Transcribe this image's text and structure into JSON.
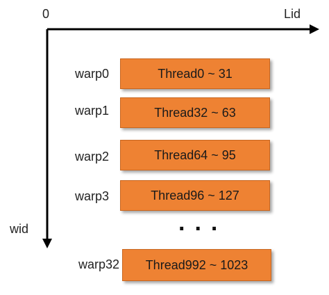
{
  "axes": {
    "origin_label": "0",
    "x_label": "Lid",
    "y_label": "wid"
  },
  "colors": {
    "box_fill": "#ee8233",
    "axis": "#000000"
  },
  "warps": [
    {
      "label": "warp0",
      "threads": "Thread0 ~ 31"
    },
    {
      "label": "warp1",
      "threads": "Thread32 ~ 63"
    },
    {
      "label": "warp2",
      "threads": "Thread64 ~ 95"
    },
    {
      "label": "warp3",
      "threads": "Thread96 ~ 127"
    },
    {
      "label": "warp32",
      "threads": "Thread992 ~ 1023"
    }
  ],
  "ellipsis": "..."
}
